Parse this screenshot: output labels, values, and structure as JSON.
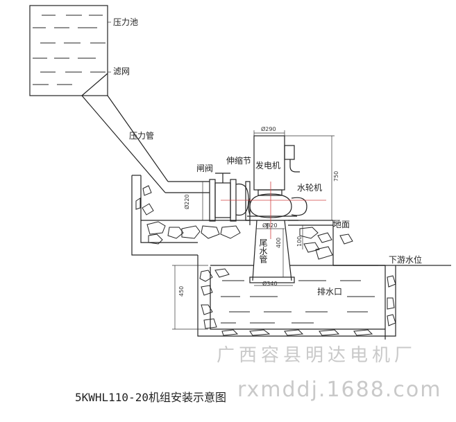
{
  "labels": {
    "reservoir": "压力池",
    "filter_screen": "滤网",
    "penstock": "压力管",
    "gate_valve": "闸阀",
    "expansion_joint": "伸缩节",
    "generator": "发电机",
    "turbine": "水轮机",
    "ground": "地面",
    "draft_tube": "尾水管",
    "tailwater_level": "下游水位",
    "outlet": "排水口"
  },
  "dimensions": {
    "generator_diameter": "Ø290",
    "height_750": "750",
    "pipe_diameter": "Ø220",
    "draft_top_diameter": "Ø820",
    "draft_length": "400",
    "ground_offset": "100",
    "draft_bottom_diameter": "Ø340",
    "pit_depth": "450"
  },
  "watermark": {
    "company": "广西容县明达电机厂",
    "site": "rxmddj.1688.com"
  },
  "caption": "5KWHL110-20机组安装示意图",
  "colors": {
    "line": "#222222",
    "red_axis": "#d04040",
    "watermark": "#c9c9c9"
  }
}
